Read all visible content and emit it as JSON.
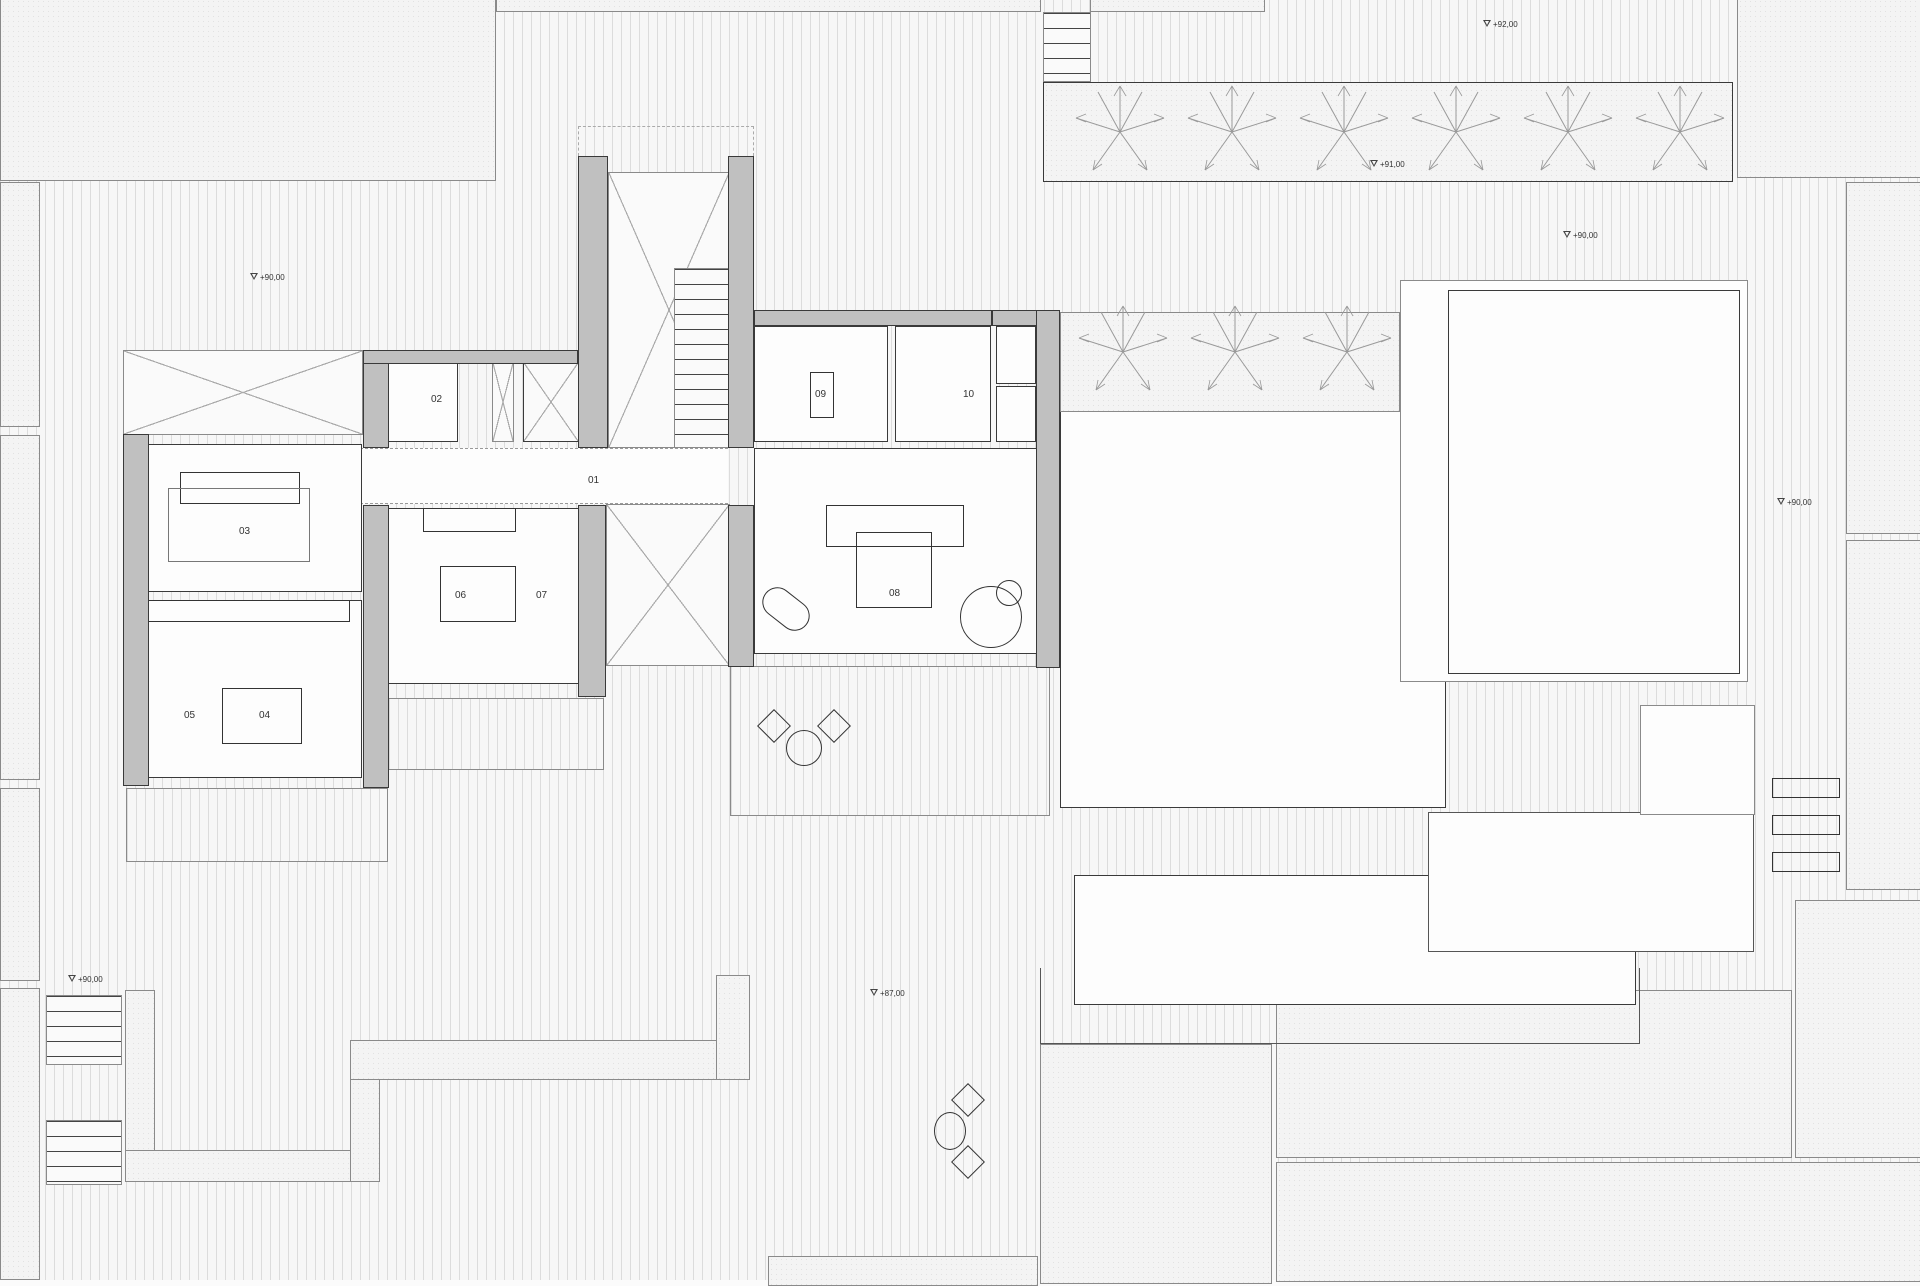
{
  "drawing": {
    "type": "architectural floor plan",
    "rooms": [
      {
        "id": "01",
        "label": "01"
      },
      {
        "id": "02",
        "label": "02"
      },
      {
        "id": "03",
        "label": "03"
      },
      {
        "id": "04",
        "label": "04"
      },
      {
        "id": "05",
        "label": "05"
      },
      {
        "id": "06",
        "label": "06"
      },
      {
        "id": "07",
        "label": "07"
      },
      {
        "id": "08",
        "label": "08"
      },
      {
        "id": "09",
        "label": "09"
      },
      {
        "id": "10",
        "label": "10"
      }
    ],
    "levels": [
      {
        "id": "top-terrace",
        "text": "+92,00"
      },
      {
        "id": "palm-planter-top",
        "text": "+91,00"
      },
      {
        "id": "terrace-left",
        "text": "+90,00"
      },
      {
        "id": "terrace-right-upper",
        "text": "+90,00"
      },
      {
        "id": "terrace-right",
        "text": "+90,00"
      },
      {
        "id": "stairs-bottom-left",
        "text": "+90,00"
      },
      {
        "id": "lower-terrace",
        "text": "+87,00"
      }
    ],
    "colors": {
      "wall_fill": "#c0c0c0",
      "line": "#3a3a3a",
      "deck_stripe": "#dcdcdc",
      "background": "#fbfbfb"
    }
  }
}
